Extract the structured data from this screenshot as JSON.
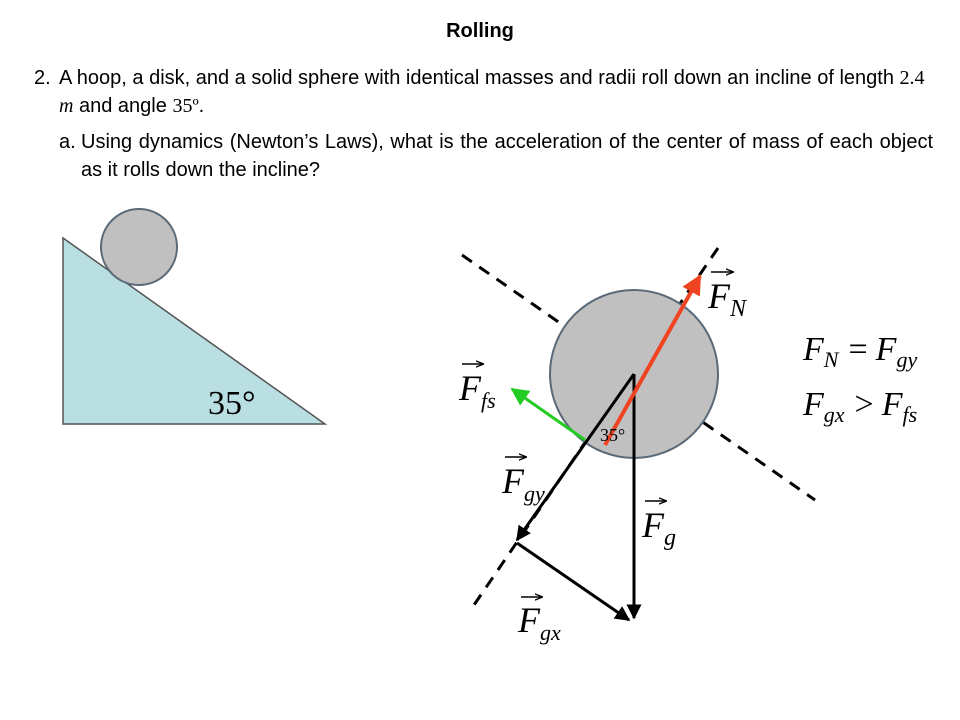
{
  "title": "Rolling",
  "problem": {
    "number": "2.",
    "text_a": "A hoop, a disk, and a solid sphere with identical masses and radii roll down an incline of length ",
    "length_value": "2.4",
    "length_unit": "m",
    "text_b": " and angle ",
    "angle": "35º",
    "text_c": "."
  },
  "part_a": {
    "label": "a.",
    "text": "Using dynamics (Newton’s Laws), what is the acceleration of the center of mass of each object as it rolls down the incline?"
  },
  "incline_diagram": {
    "angle_label": "35°",
    "ramp_color": "#b9dfe3",
    "ball_color": "#c0c0c0"
  },
  "force_diagram": {
    "angle_label": "35°",
    "ball_color": "#c0c0c0",
    "normal_force_color": "#ee4422",
    "friction_color": "#22cc22",
    "labels": {
      "FN": {
        "main": "F",
        "sub": "N"
      },
      "Ffs": {
        "main": "F",
        "sub": "fs"
      },
      "Fgy": {
        "main": "F",
        "sub": "gy"
      },
      "Fg": {
        "main": "F",
        "sub": "g"
      },
      "Fgx": {
        "main": "F",
        "sub": "gx"
      }
    },
    "equations": {
      "eq1": {
        "lhs_main": "F",
        "lhs_sub": "N",
        "op": "=",
        "rhs_main": "F",
        "rhs_sub": "gy"
      },
      "eq2": {
        "lhs_main": "F",
        "lhs_sub": "gx",
        "op": ">",
        "rhs_main": "F",
        "rhs_sub": "fs"
      }
    }
  }
}
